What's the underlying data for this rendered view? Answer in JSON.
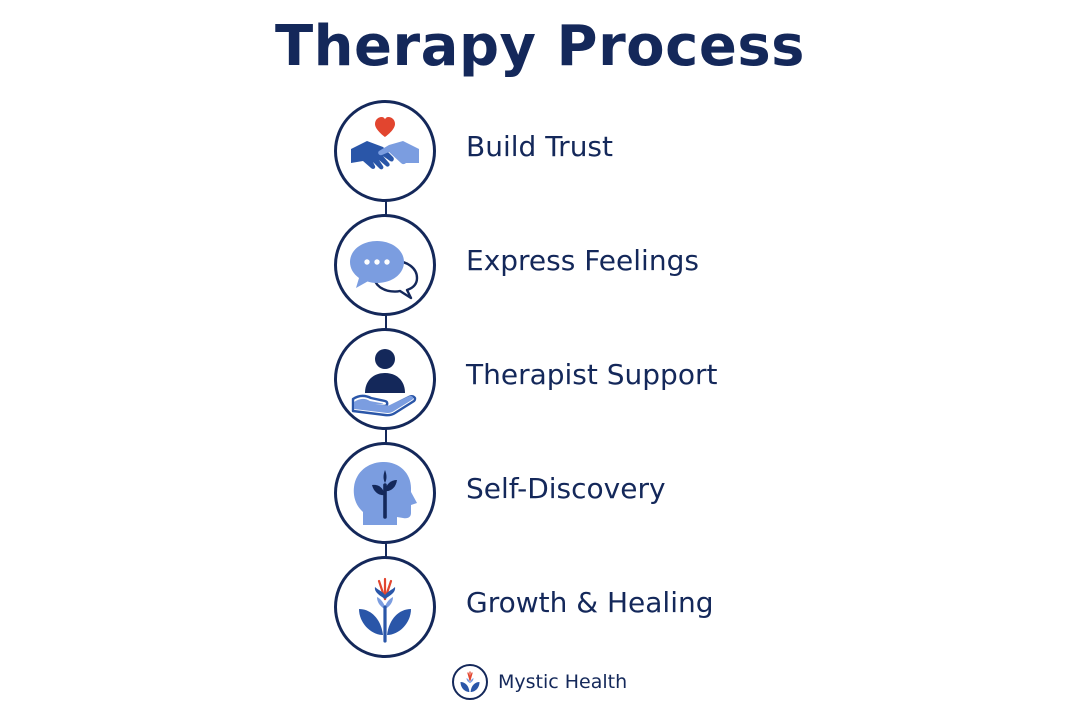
{
  "title": "Therapy Process",
  "steps": [
    {
      "label": "Build Trust",
      "icon": "handshake-heart-icon"
    },
    {
      "label": "Express Feelings",
      "icon": "speech-bubbles-icon"
    },
    {
      "label": "Therapist Support",
      "icon": "person-in-hand-icon"
    },
    {
      "label": "Self-Discovery",
      "icon": "head-sprout-icon"
    },
    {
      "label": "Growth & Healing",
      "icon": "blooming-plant-icon"
    }
  ],
  "brand": {
    "name": "Mystic Health",
    "icon": "lotus-logo-icon"
  },
  "colors": {
    "navy": "#14285a",
    "blue": "#2a56a8",
    "light_blue": "#7b9de0",
    "accent_red": "#e2452f"
  }
}
